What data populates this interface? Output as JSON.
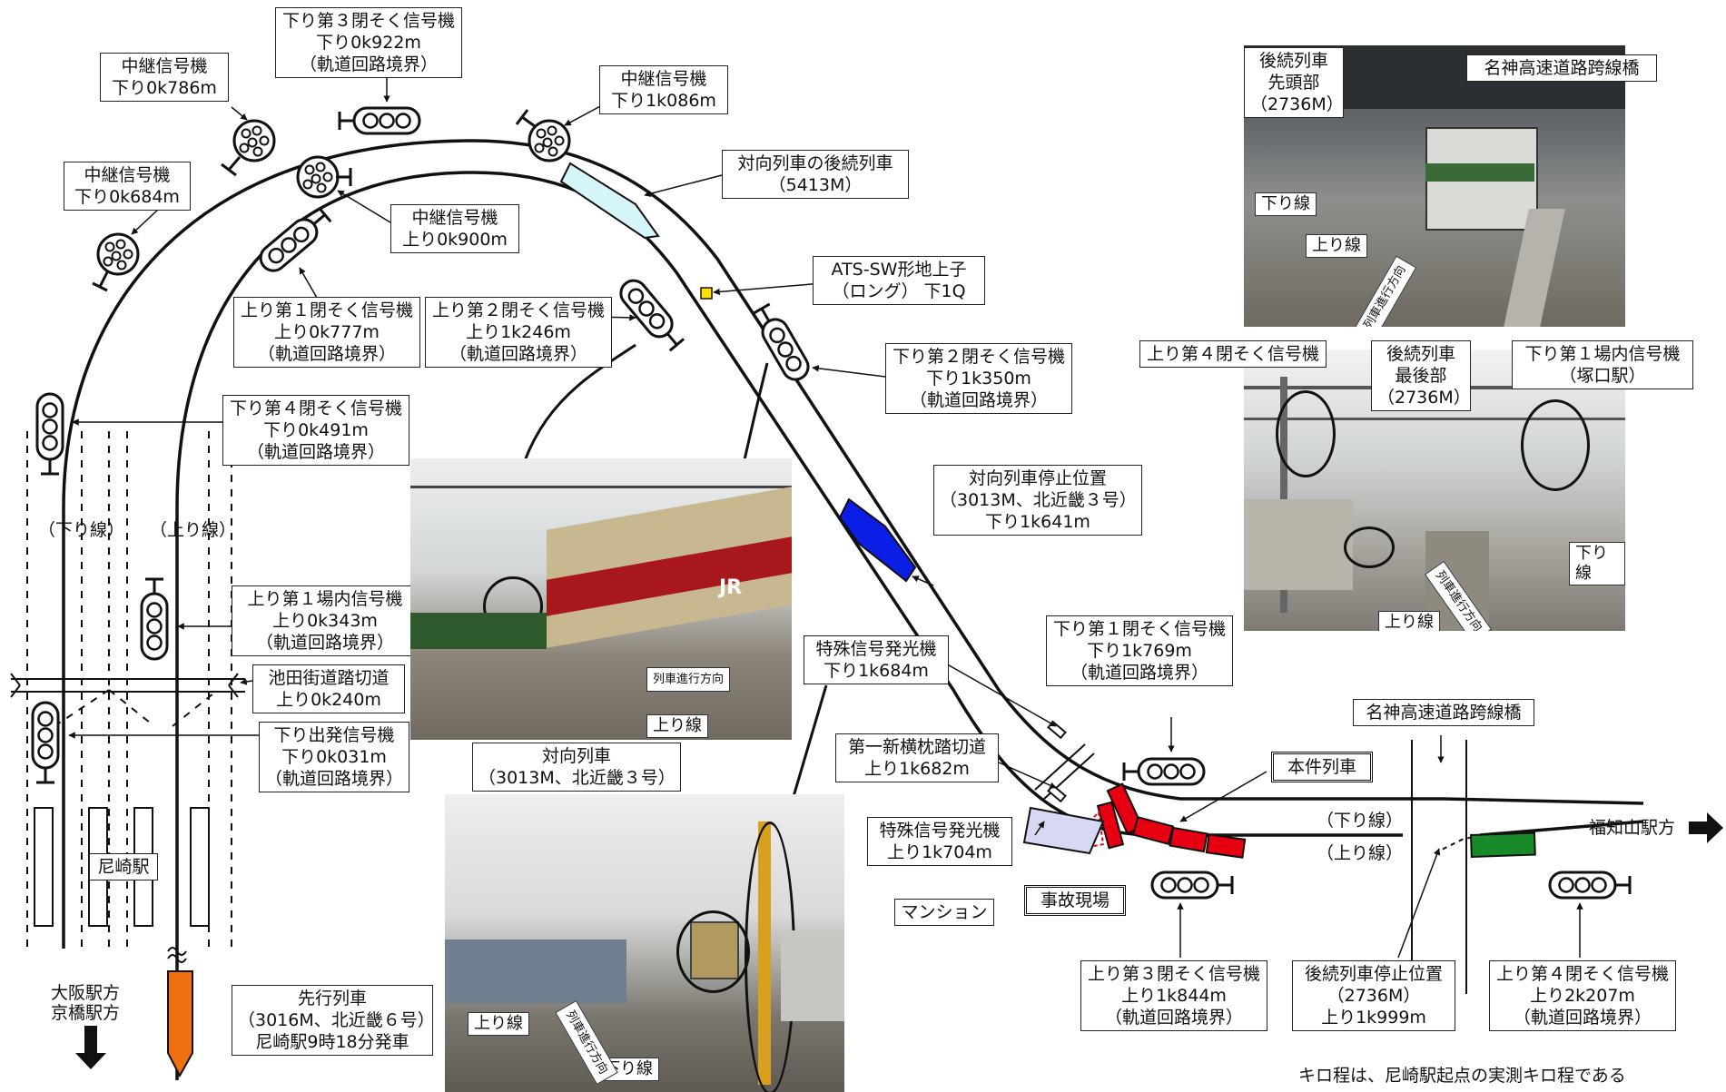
{
  "signals": {
    "down_3rd_block": [
      "下り第３閉そく信号機",
      "下り0k922m",
      "（軌道回路境界）"
    ],
    "relay_down_786": [
      "中継信号機",
      "下り0k786m"
    ],
    "relay_down_1086": [
      "中継信号機",
      "下り1k086m"
    ],
    "relay_down_684": [
      "中継信号機",
      "下り0k684m"
    ],
    "relay_up_900": [
      "中継信号機",
      "上り0k900m"
    ],
    "up_1st_block": [
      "上り第１閉そく信号機",
      "上り0k777m",
      "（軌道回路境界）"
    ],
    "up_2nd_block": [
      "上り第２閉そく信号機",
      "上り1k246m",
      "（軌道回路境界）"
    ],
    "down_2nd_block": [
      "下り第２閉そく信号機",
      "下り1k350m",
      "（軌道回路境界）"
    ],
    "down_4th_block": [
      "下り第４閉そく信号機",
      "下り0k491m",
      "（軌道回路境界）"
    ],
    "up_1st_home": [
      "上り第１場内信号機",
      "上り0k343m",
      "（軌道回路境界）"
    ],
    "down_departure": [
      "下り出発信号機",
      "下り0k031m",
      "（軌道回路境界）"
    ],
    "down_1st_block": [
      "下り第１閉そく信号機",
      "下り1k769m",
      "（軌道回路境界）"
    ],
    "up_3rd_block": [
      "上り第３閉そく信号機",
      "上り1k844m",
      "（軌道回路境界）"
    ],
    "up_4th_block": [
      "上り第４閉そく信号機",
      "上り2k207m",
      "（軌道回路境界）"
    ],
    "special_down": [
      "特殊信号発光機",
      "下り1k684m"
    ],
    "special_up": [
      "特殊信号発光機",
      "上り1k704m"
    ]
  },
  "trains": {
    "oncoming_follow": [
      "対向列車の後続列車",
      "（5413M）"
    ],
    "oncoming_stop": [
      "対向列車停止位置",
      "（3013M、北近畿３号）",
      "下り1k641m"
    ],
    "oncoming": [
      "対向列車",
      "（3013M、北近畿３号）"
    ],
    "preceding": [
      "先行列車",
      "（3016M、北近畿６号）",
      "尼崎駅9時18分発車"
    ],
    "following_stop": [
      "後続列車停止位置",
      "（2736M）",
      "上り1k999m"
    ],
    "this_train": "本件列車"
  },
  "places": {
    "ats": [
      "ATS-SW形地上子",
      "（ロング） 下1Q"
    ],
    "ikeda_crossing": [
      "池田街道踏切道",
      "上り0k240m"
    ],
    "daiichi_crossing": [
      "第一新横枕踏切道",
      "上り1k682m"
    ],
    "meishin_bridge": "名神高速道路跨線橋",
    "accident_site": "事故現場",
    "mansion": "マンション",
    "amagasaki": "尼崎駅",
    "to_fukuchiyama": "福知山駅方",
    "to_osaka": "大阪駅方",
    "to_kyobashi": "京橋駅方",
    "down_line": "（下り線）",
    "up_line": "（上り線）",
    "down_line_r": "（下り線）",
    "up_line_r": "（上り線）"
  },
  "photos": {
    "p1": {
      "label": "名神高速道路跨線橋",
      "head": [
        "後続列車",
        "先頭部",
        "（2736M）"
      ],
      "down": "下り線",
      "up": "上り線",
      "dir": "列車進行方向"
    },
    "p2": {
      "sig4": "上り第４閉そく信号機",
      "tail": [
        "後続列車",
        "最後部",
        "（2736M）"
      ],
      "home": [
        "下り第１場内信号機",
        "（塚口駅）"
      ],
      "down": "下り線",
      "up": "上り線",
      "dir": "列車進行方向"
    },
    "p3": {
      "up": "上り線",
      "dir": "列車進行方向",
      "logo": "JR"
    },
    "p4": {
      "up": "上り線",
      "down": "下り線",
      "dir": "列車進行方向"
    }
  },
  "note": "キロ程は、尼崎駅起点の実測キロ程である",
  "colors": {
    "this_train": "#e60012",
    "oncoming": "#0a1ee6",
    "oncoming_follow": "#d5f5fa",
    "preceding": "#f07010",
    "following": "#188a2a",
    "mansion": "#d8d8f4"
  }
}
